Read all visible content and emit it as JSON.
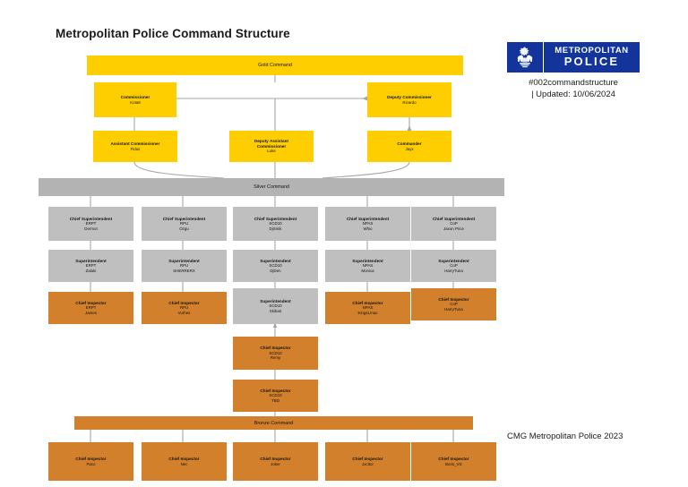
{
  "page": {
    "title": "Metropolitan Police Command Structure",
    "footer_note": "CMG Metropolitan Police 2023"
  },
  "logo": {
    "crest_icon": "royal-crest-icon",
    "line1": "METROPOLITAN",
    "line2": "POLICE",
    "caption_line1": "#002commandstructure",
    "caption_line2": "| Updated: 10/06/2024"
  },
  "colors": {
    "gold": "#ffce00",
    "silver": "#b3b3b3",
    "grey": "#bfbfbf",
    "bronze": "#d2802b",
    "brand_blue": "#12349b",
    "connector": "#a6a6a6",
    "text": "#111111"
  },
  "bands": {
    "gold": "Gold Command",
    "silver": "Silver Command",
    "bronze": "Bronze Command"
  },
  "chart_data": {
    "type": "diagram",
    "title": "Metropolitan Police Command Structure",
    "nodes": [
      {
        "id": "gold-band",
        "label": "Gold Command",
        "tier": "gold",
        "shape": "band"
      },
      {
        "id": "commissioner",
        "role": "Commissioner",
        "unit": "",
        "person": "Kota8",
        "tier": "gold"
      },
      {
        "id": "deputy-commissioner",
        "role": "Deputy Commissioner",
        "unit": "",
        "person": "Ricardo",
        "tier": "gold"
      },
      {
        "id": "assistant-commissioner",
        "role": "Assistant Commissioner",
        "unit": "",
        "person": "Fidus",
        "tier": "gold"
      },
      {
        "id": "deputy-assistant-commissioner",
        "role": "Deputy Assistant Commissioner",
        "unit": "",
        "person": "Luke",
        "tier": "gold"
      },
      {
        "id": "commander",
        "role": "Commander",
        "unit": "",
        "person": "Jayx",
        "tier": "gold"
      },
      {
        "id": "silver-band",
        "label": "Silver Command",
        "tier": "silver",
        "shape": "band"
      },
      {
        "id": "chsupt-erpt",
        "role": "Chief Superintendent",
        "unit": "ERPT",
        "person": "Dermot",
        "tier": "grey"
      },
      {
        "id": "chsupt-rpu",
        "role": "Chief Superintendent",
        "unit": "RPU",
        "person": "Ozgu",
        "tier": "grey"
      },
      {
        "id": "chsupt-scd10",
        "role": "Chief Superintendent",
        "unit": "SCD10",
        "person": "DjSmik",
        "tier": "grey"
      },
      {
        "id": "chsupt-npas",
        "role": "Chief Superintendent",
        "unit": "NPAS",
        "person": "Whio",
        "tier": "grey"
      },
      {
        "id": "chsupt-cop",
        "role": "Chief Superintendent",
        "unit": "CoP",
        "person": "Jaxon Price",
        "tier": "grey"
      },
      {
        "id": "supt-erpt",
        "role": "Superintendent",
        "unit": "ERPT",
        "person": "Zaluki",
        "tier": "grey"
      },
      {
        "id": "supt-rpu",
        "role": "Superintendent",
        "unit": "RPU",
        "person": "SHERRERX",
        "tier": "grey"
      },
      {
        "id": "supt-scd10",
        "role": "Superintendent",
        "unit": "SCD10",
        "person": "DjDen",
        "tier": "grey"
      },
      {
        "id": "supt-npas",
        "role": "Superintendent",
        "unit": "NPAS",
        "person": "Monica",
        "tier": "grey"
      },
      {
        "id": "supt-cop",
        "role": "Superintendent",
        "unit": "CoP",
        "person": "HarryTuna",
        "tier": "grey"
      },
      {
        "id": "chinsp-erpt",
        "role": "Chief Inspector",
        "unit": "ERPT",
        "person": "James",
        "tier": "bronze"
      },
      {
        "id": "chinsp-rpu",
        "role": "Chief Inspector",
        "unit": "RPU",
        "person": "Vurhes",
        "tier": "bronze"
      },
      {
        "id": "supt2-scd10",
        "role": "Superintendent",
        "unit": "SCD10",
        "person": "Skibari",
        "tier": "grey"
      },
      {
        "id": "chinsp-npas",
        "role": "Chief Inspector",
        "unit": "NPAS",
        "person": "KingsLmao",
        "tier": "bronze"
      },
      {
        "id": "chinsp-cop",
        "role": "Chief Inspector",
        "unit": "CoP",
        "person": "HarryTuna",
        "tier": "bronze"
      },
      {
        "id": "chinsp-scd10-remy",
        "role": "Chief Inspector",
        "unit": "SCD10",
        "person": "Remy",
        "tier": "bronze"
      },
      {
        "id": "chinsp-scd10-tbd",
        "role": "Chief Inspector",
        "unit": "SCD10",
        "person": "TBD",
        "tier": "bronze"
      },
      {
        "id": "bronze-band",
        "label": "Bronze Command",
        "tier": "bronze",
        "shape": "band"
      },
      {
        "id": "bronze-1",
        "role": "Chief Inspector",
        "unit": "",
        "person": "Paco",
        "tier": "bronze"
      },
      {
        "id": "bronze-2",
        "role": "Chief Inspector",
        "unit": "",
        "person": "Nec",
        "tier": "bronze"
      },
      {
        "id": "bronze-3",
        "role": "Chief Inspector",
        "unit": "",
        "person": "Joker",
        "tier": "bronze"
      },
      {
        "id": "bronze-4",
        "role": "Chief Inspector",
        "unit": "",
        "person": "Jxcttor",
        "tier": "bronze"
      },
      {
        "id": "bronze-5",
        "role": "Chief Inspector",
        "unit": "",
        "person": "Boris_Vtz",
        "tier": "bronze"
      }
    ],
    "edges": [
      {
        "from": "commissioner",
        "to": "deputy-commissioner"
      },
      {
        "from": "commissioner",
        "to": "assistant-commissioner"
      },
      {
        "from": "commissioner",
        "to": "deputy-assistant-commissioner"
      },
      {
        "from": "deputy-commissioner",
        "to": "commander"
      },
      {
        "from": "assistant-commissioner",
        "to": "silver-band"
      },
      {
        "from": "deputy-assistant-commissioner",
        "to": "silver-band"
      },
      {
        "from": "commander",
        "to": "silver-band"
      },
      {
        "from": "silver-band",
        "to": "chsupt-erpt"
      },
      {
        "from": "silver-band",
        "to": "chsupt-rpu"
      },
      {
        "from": "silver-band",
        "to": "chsupt-scd10"
      },
      {
        "from": "silver-band",
        "to": "chsupt-npas"
      },
      {
        "from": "silver-band",
        "to": "chsupt-cop"
      },
      {
        "from": "chsupt-erpt",
        "to": "supt-erpt"
      },
      {
        "from": "chsupt-rpu",
        "to": "supt-rpu"
      },
      {
        "from": "chsupt-scd10",
        "to": "supt-scd10"
      },
      {
        "from": "chsupt-npas",
        "to": "supt-npas"
      },
      {
        "from": "chsupt-cop",
        "to": "supt-cop"
      },
      {
        "from": "supt-erpt",
        "to": "chinsp-erpt"
      },
      {
        "from": "supt-rpu",
        "to": "chinsp-rpu"
      },
      {
        "from": "supt-scd10",
        "to": "supt2-scd10"
      },
      {
        "from": "supt-npas",
        "to": "chinsp-npas"
      },
      {
        "from": "supt-cop",
        "to": "chinsp-cop"
      },
      {
        "from": "supt2-scd10",
        "to": "chinsp-scd10-remy"
      },
      {
        "from": "chinsp-scd10-remy",
        "to": "chinsp-scd10-tbd"
      },
      {
        "from": "chinsp-scd10-tbd",
        "to": "bronze-band"
      },
      {
        "from": "bronze-band",
        "to": "bronze-1"
      },
      {
        "from": "bronze-band",
        "to": "bronze-2"
      },
      {
        "from": "bronze-band",
        "to": "bronze-3"
      },
      {
        "from": "bronze-band",
        "to": "bronze-4"
      },
      {
        "from": "bronze-band",
        "to": "bronze-5"
      }
    ]
  }
}
